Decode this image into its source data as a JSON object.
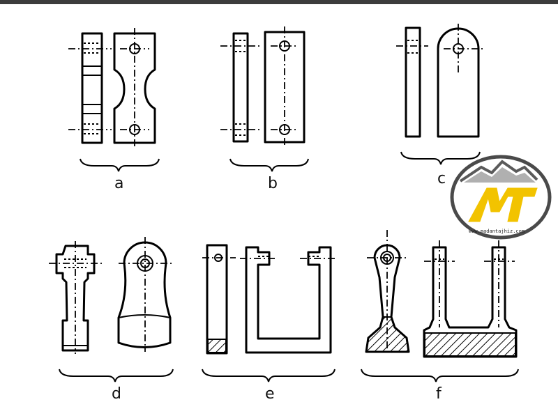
{
  "figure": {
    "labels": {
      "a": "a",
      "b": "b",
      "c": "c",
      "d": "d",
      "e": "e",
      "f": "f"
    }
  },
  "watermark": {
    "logo_icon": "mountain-mt-logo",
    "url": "www.madantajhiz.com",
    "colors": {
      "ring": "#4a4a4a",
      "accent": "#f2c300"
    }
  }
}
